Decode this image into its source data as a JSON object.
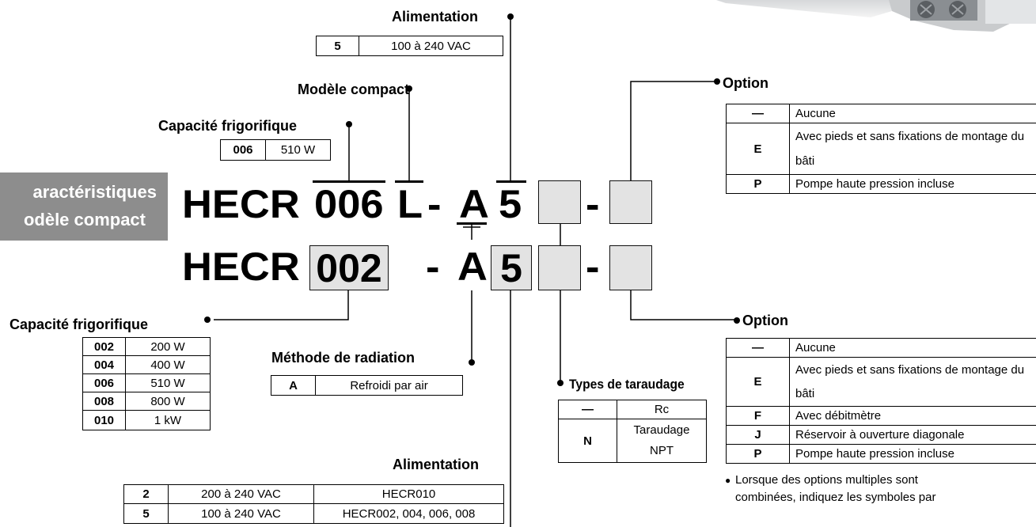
{
  "side_label": {
    "line1": "aractéristiques",
    "line2": "odèle compact"
  },
  "compact": {
    "prefix": "HECR",
    "capacity_code": "006",
    "model_code": "L",
    "dash1": "-",
    "method_code": "A",
    "power_code": "5",
    "dash2": "-",
    "power_label": "Alimentation",
    "power_table": [
      {
        "code": "5",
        "text": "100 à 240 VAC"
      }
    ],
    "model_label": "Modèle compact",
    "capacity_label": "Capacité frigorifique",
    "capacity_table": [
      {
        "code": "006",
        "text": "510 W"
      }
    ],
    "option_label": "Option",
    "option_table": [
      {
        "code": "—",
        "text": "Aucune"
      },
      {
        "code": "E",
        "text": "Avec pieds et sans fixations de montage du bâti"
      },
      {
        "code": "P",
        "text": "Pompe haute pression incluse"
      }
    ]
  },
  "standard": {
    "prefix": "HECR",
    "capacity_code": "002",
    "dash1": "-",
    "method_code": "A",
    "power_code": "5",
    "dash2": "-",
    "capacity_label": "Capacité frigorifique",
    "capacity_table": [
      {
        "code": "002",
        "text": "200 W"
      },
      {
        "code": "004",
        "text": "400 W"
      },
      {
        "code": "006",
        "text": "510 W"
      },
      {
        "code": "008",
        "text": "800 W"
      },
      {
        "code": "010",
        "text": "1 kW"
      }
    ],
    "method_label": "Méthode de radiation",
    "method_table": [
      {
        "code": "A",
        "text": "Refroidi par air"
      }
    ],
    "thread_label": "Types de taraudage",
    "thread_table": [
      {
        "code": "—",
        "text": "Rc"
      },
      {
        "code": "N",
        "text": "Taraudage NPT"
      }
    ],
    "power_label": "Alimentation",
    "power_table": [
      {
        "code": "2",
        "text": "200 à 240 VAC",
        "model": "HECR010"
      },
      {
        "code": "5",
        "text": "100 à 240 VAC",
        "model": "HECR002, 004, 006, 008"
      }
    ],
    "option_label": "Option",
    "option_table": [
      {
        "code": "—",
        "text": "Aucune"
      },
      {
        "code": "E",
        "text": "Avec pieds et sans fixations de montage du bâti"
      },
      {
        "code": "F",
        "text": "Avec débitmètre"
      },
      {
        "code": "J",
        "text": "Réservoir à ouverture diagonale"
      },
      {
        "code": "P",
        "text": "Pompe haute pression incluse"
      }
    ],
    "note": "Lorsque des options multiples sont combinées, indiquez les symboles par"
  }
}
